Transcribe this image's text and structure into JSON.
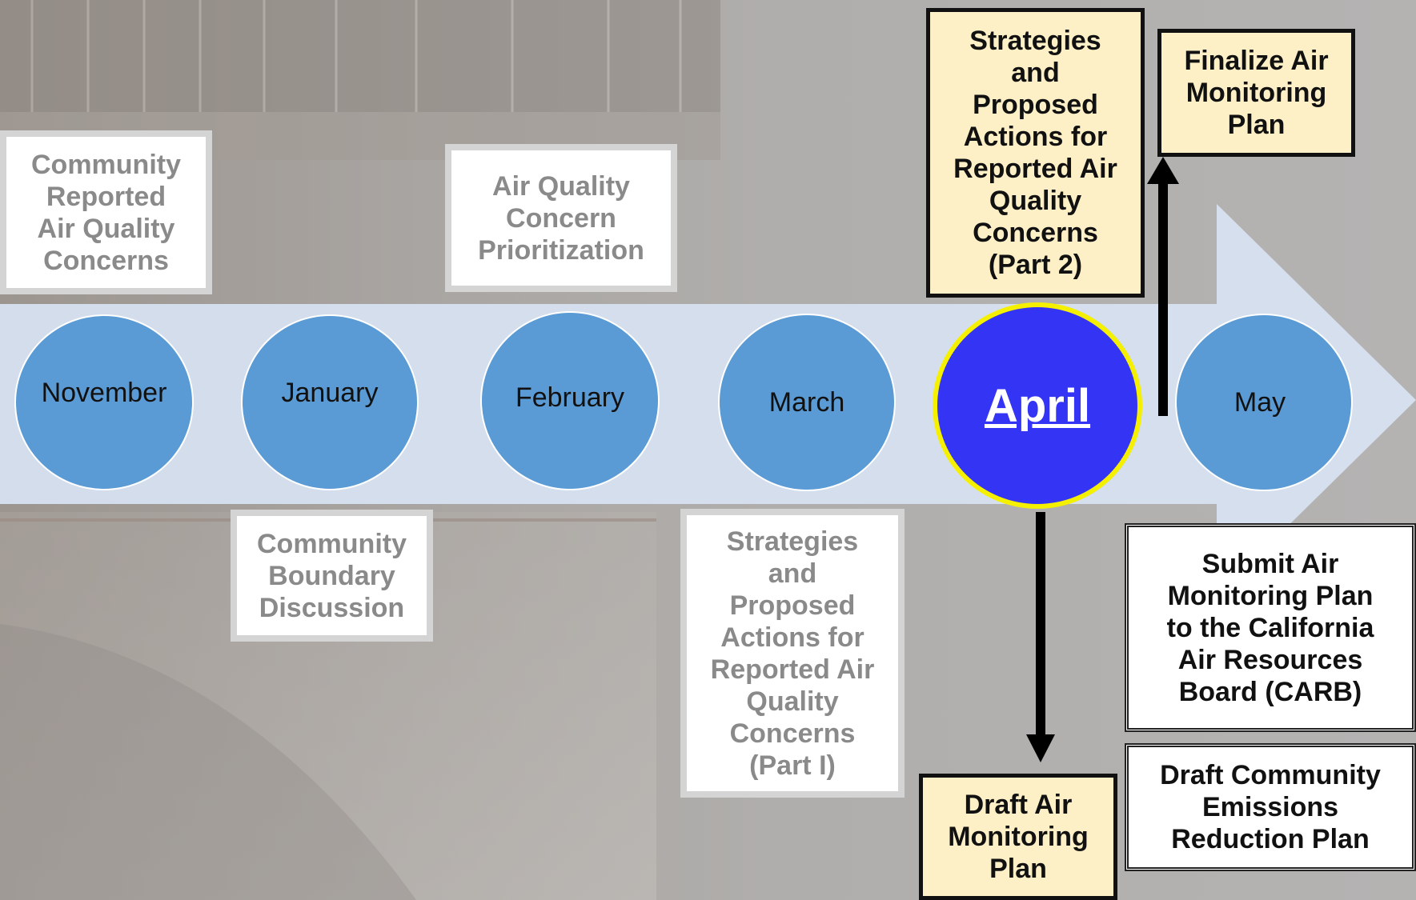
{
  "colors": {
    "band": "#d7e2f2",
    "circle": "#5b9bd5",
    "active_circle": "#3434f5",
    "active_ring": "#f5f000",
    "current_box": "#fdefc6",
    "past_text": "#8a8a8a"
  },
  "months": [
    {
      "label": "November",
      "state": "past"
    },
    {
      "label": "January",
      "state": "past"
    },
    {
      "label": "February",
      "state": "past"
    },
    {
      "label": "March",
      "state": "past"
    },
    {
      "label": "April",
      "state": "current"
    },
    {
      "label": "May",
      "state": "future"
    }
  ],
  "milestones": {
    "november": "Community\nReported\nAir Quality\nConcerns",
    "january": "Community\nBoundary\nDiscussion",
    "february": "Air Quality\nConcern\nPrioritization",
    "march": "Strategies\nand\nProposed\nActions for\nReported Air\nQuality\nConcerns\n(Part I)",
    "april_top": "Strategies\nand\nProposed\nActions for\nReported Air\nQuality\nConcerns\n(Part 2)",
    "april_bottom": "Draft Air\nMonitoring\nPlan",
    "may_top": "Finalize Air\nMonitoring\nPlan",
    "may_submit": "Submit Air\nMonitoring Plan\nto the California\nAir Resources\nBoard (CARB)",
    "may_draft": "Draft Community\nEmissions\nReduction Plan"
  }
}
